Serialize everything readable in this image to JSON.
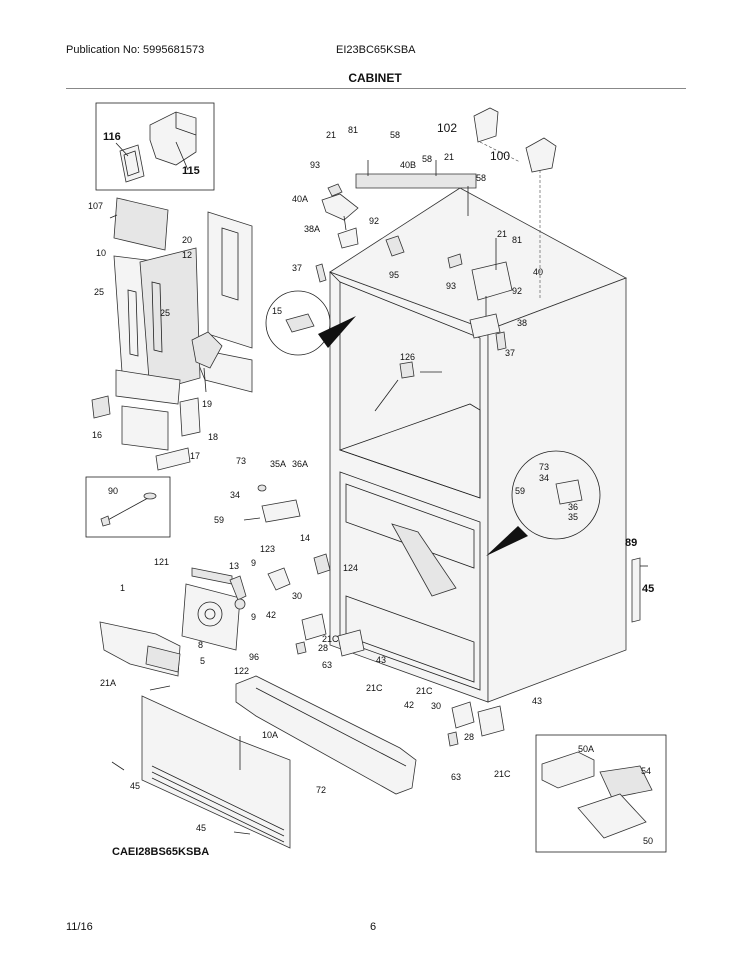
{
  "header": {
    "publication": "Publication No: 5995681573",
    "model": "EI23BC65KSBA",
    "section": "CABINET"
  },
  "footer": {
    "date": "11/16",
    "page": "6"
  },
  "catalog_code": "CAEI28BS65KSBA",
  "labels": {
    "l116": "116",
    "l115": "115",
    "l107": "107",
    "l10": "10",
    "l12": "12",
    "l20": "20",
    "l25a": "25",
    "l25b": "25",
    "l16": "16",
    "l17": "17",
    "l18": "18",
    "l19": "19",
    "l90": "90",
    "l15": "15",
    "l21a": "21",
    "l81a": "81",
    "l58a": "58",
    "l102": "102",
    "l100": "100",
    "l93a": "93",
    "l40b": "40B",
    "l58b": "58",
    "l21b": "21",
    "l58c": "58",
    "l40a": "40A",
    "l92a": "92",
    "l38a": "38A",
    "l37a": "37",
    "l95": "95",
    "l21c": "21",
    "l81b": "81",
    "l40": "40",
    "l93b": "93",
    "l92b": "92",
    "l38": "38",
    "l37b": "37",
    "l126": "126",
    "l73a": "73",
    "l35a": "35A",
    "l36a": "36A",
    "l34a": "34",
    "l59a": "59",
    "l73b": "73",
    "l34b": "34",
    "l59b": "59",
    "l36": "36",
    "l35": "35",
    "l14": "14",
    "l124": "124",
    "l89": "89",
    "l45a": "45",
    "l121": "121",
    "l13": "13",
    "l123": "123",
    "l9a": "9",
    "l9b": "9",
    "l1": "1",
    "l30a": "30",
    "l42a": "42",
    "l21ca": "21C",
    "l28a": "28",
    "l8": "8",
    "l5": "5",
    "l96": "96",
    "l63a": "63",
    "l43a": "43",
    "l21cb": "21C",
    "l122": "122",
    "l21A": "21A",
    "l21cc": "21C",
    "l42b": "42",
    "l30b": "30",
    "l43b": "43",
    "l28b": "28",
    "l63b": "63",
    "l21cd": "21C",
    "l10a": "10A",
    "l45b": "45",
    "l72": "72",
    "l45c": "45",
    "l50a": "50A",
    "l54": "54",
    "l50": "50"
  }
}
